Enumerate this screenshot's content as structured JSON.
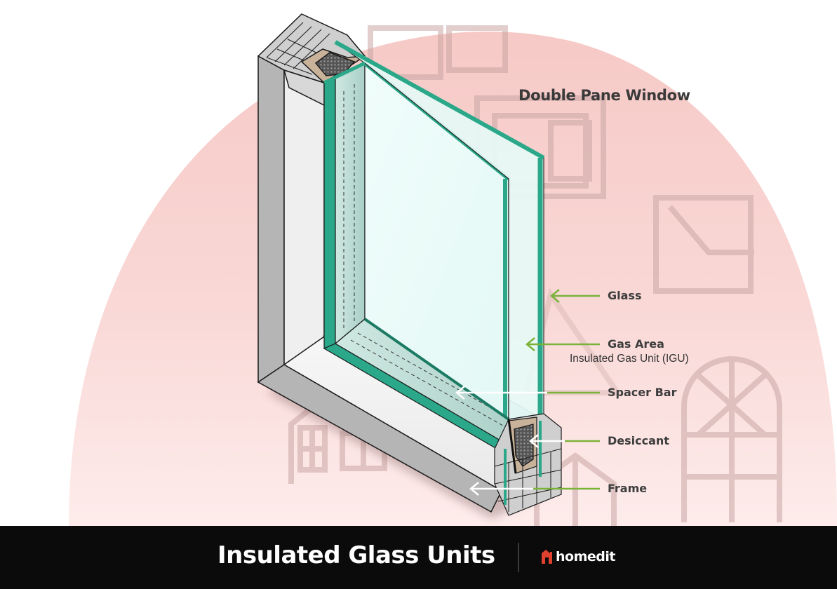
{
  "diagram": {
    "title": "Double Pane Window",
    "labels": [
      {
        "id": "glass",
        "text": "Glass"
      },
      {
        "id": "gas-area",
        "text": "Gas Area",
        "subtext": "Insulated Gas Unit (IGU)"
      },
      {
        "id": "spacer-bar",
        "text": "Spacer Bar"
      },
      {
        "id": "desiccant",
        "text": "Desiccant"
      },
      {
        "id": "frame",
        "text": "Frame"
      }
    ]
  },
  "footer": {
    "title": "Insulated Glass Units",
    "brand": "homedit",
    "brand_icon": "house-icon"
  },
  "colors": {
    "background_blob": "#f9d6d4",
    "pointer_green": "#7bb23a",
    "glass_edge": "#2aa889",
    "glass_fill": "#e9fbf9",
    "frame_gray": "#b5b5b5",
    "desiccant_tan": "#c9b29a",
    "footer_bg": "#0b0b0b",
    "brand_red": "#e0412f"
  }
}
